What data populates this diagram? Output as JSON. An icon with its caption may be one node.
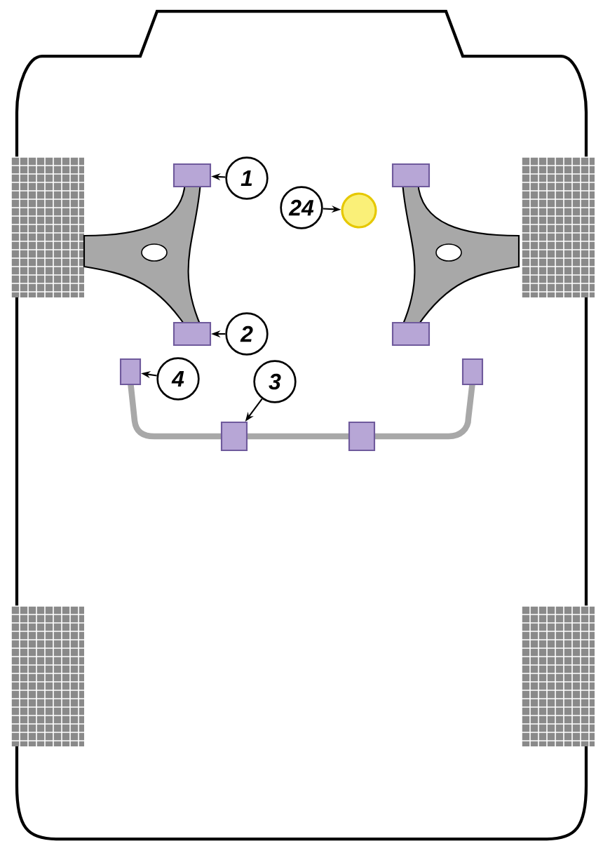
{
  "diagram": {
    "nodes": [
      {
        "text": [
          "1"
        ]
      },
      {
        "text": [
          "24"
        ]
      },
      {
        "text": [
          "2"
        ]
      },
      {
        "text": [
          "4"
        ]
      },
      {
        "text": [
          "3"
        ]
      },
      {
        "text": [],
        "shape": "box"
      },
      {
        "text": [],
        "shape": "circle"
      },
      {
        "text": [],
        "shape": "box"
      },
      {
        "text": [],
        "shape": "box"
      },
      {
        "text": [],
        "shape": "box"
      }
    ],
    "edges": [
      {
        "from": 0,
        "to": 5,
        "arrow": "to"
      },
      {
        "from": 1,
        "to": 6,
        "arrow": "to"
      },
      {
        "from": 2,
        "to": 7,
        "arrow": "to"
      },
      {
        "from": 3,
        "to": 8,
        "arrow": "to"
      },
      {
        "from": 4,
        "to": 9,
        "arrow": "to"
      }
    ]
  }
}
